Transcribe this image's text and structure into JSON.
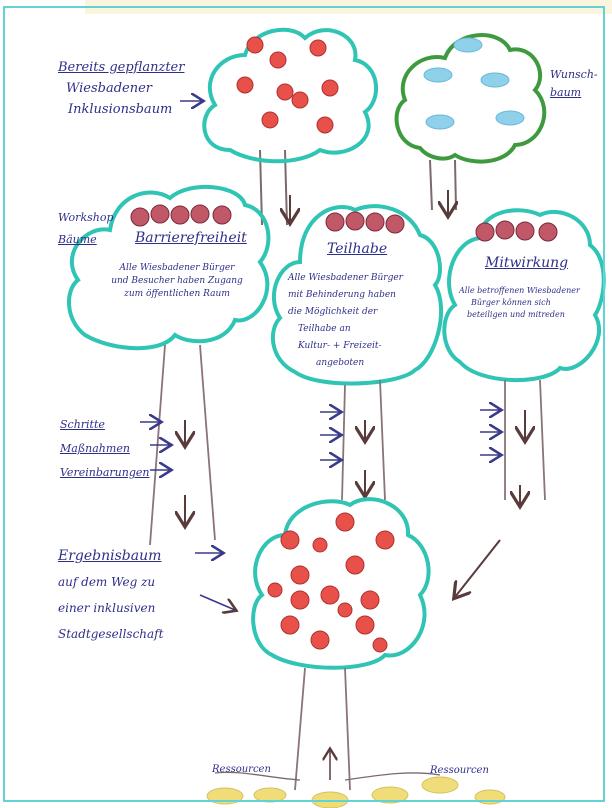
{
  "left_notes": {
    "planted_tree": [
      "Bereits gepflanzter",
      "Wiesbadener",
      "Inklusionsbaum"
    ],
    "workshop_trees": [
      "Workshop",
      "Bäume"
    ],
    "steps": [
      "Schritte",
      "Maßnahmen",
      "Vereinbarungen"
    ],
    "result_tree": [
      "Ergebnisbaum",
      "auf dem Weg zu",
      "einer inklusiven",
      "Stadtgesellschaft"
    ]
  },
  "wish_tree": [
    "Wunsch-",
    "baum"
  ],
  "clouds": [
    {
      "title": "Barrierefreiheit",
      "text": [
        "Alle Wiesbadener Bürger",
        "und Besucher haben Zugang",
        "zum öffentlichen Raum"
      ]
    },
    {
      "title": "Teilhabe",
      "text": [
        "Alle Wiesbadener Bürger",
        "mit Behinderung haben",
        "die Möglichkeit der",
        "Teilhabe an",
        "Kultur- + Freizeit-",
        "angeboten"
      ]
    },
    {
      "title": "Mitwirkung",
      "text": [
        "Alle betroffenen Wiesbadener",
        "Bürger können sich",
        "beteiligen und mitreden"
      ]
    }
  ],
  "resources": [
    "Ressourcen",
    "Ressourcen"
  ],
  "colors": {
    "foliage": "#2fc4b4",
    "wish_foliage": "#3f9a3f",
    "fruit": "#e8504a",
    "trunk": "#8a7478",
    "text": "#2f2f8a",
    "cloud_sky": "#8fd0ea",
    "coin": "#f0dc78",
    "border": "#5fd3d6"
  }
}
